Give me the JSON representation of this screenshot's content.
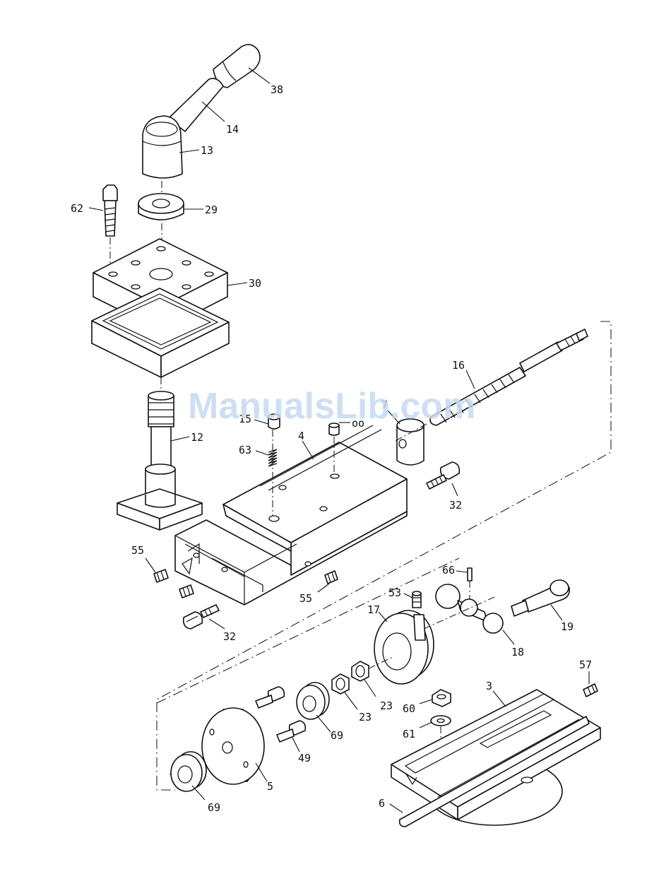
{
  "watermark": "ManualsLib.com",
  "callouts": {
    "p38": "38",
    "p14": "14",
    "p13": "13",
    "p62": "62",
    "p29": "29",
    "p30": "30",
    "p16": "16",
    "p15": "15",
    "p00": "oo",
    "p7": "7",
    "p63": "63",
    "p4": "4",
    "p12": "12",
    "p32a": "32",
    "p55a": "55",
    "p55b": "55",
    "p32b": "32",
    "p66": "66",
    "p53": "53",
    "p17": "17",
    "p19": "19",
    "p18": "18",
    "p57": "57",
    "p3": "3",
    "p60": "60",
    "p61": "61",
    "p23a": "23",
    "p23b": "23",
    "p69a": "69",
    "p49": "49",
    "p5": "5",
    "p69b": "69",
    "p6": "6"
  },
  "colors": {
    "line": "#111111",
    "watermark": "#c6d9f1",
    "background": "#ffffff"
  }
}
